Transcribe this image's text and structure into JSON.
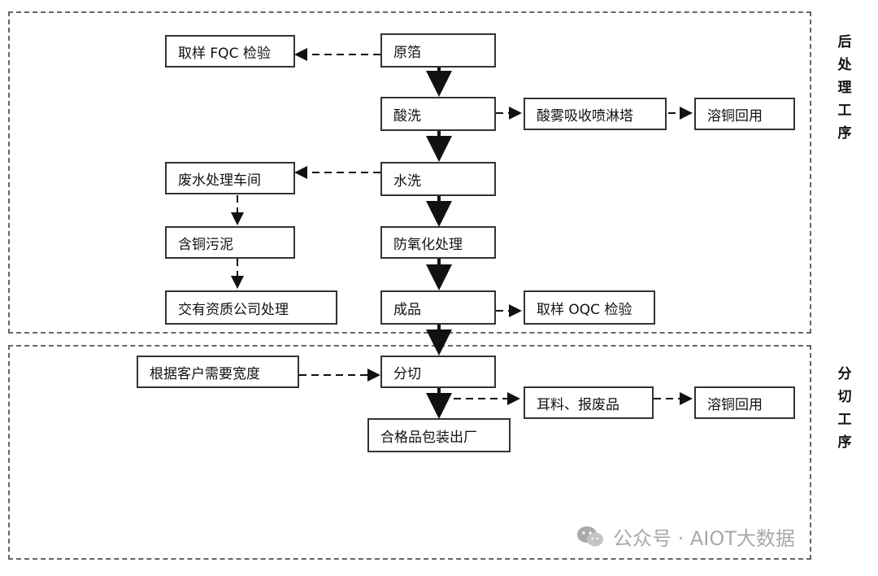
{
  "sections": {
    "post_processing_label": "后处理工序",
    "slitting_label": "分切工序"
  },
  "nodes": {
    "raw_foil": "原箔",
    "fqc": "取样 FQC 检验",
    "pickling": "酸洗",
    "acid_mist_tower": "酸雾吸收喷淋塔",
    "copper_reuse_1": "溶铜回用",
    "water_wash": "水洗",
    "wastewater_workshop": "废水处理车间",
    "copper_sludge": "含铜污泥",
    "qualified_company": "交有资质公司处理",
    "anti_oxidation": "防氧化处理",
    "finished_product": "成品",
    "oqc": "取样 OQC 检验",
    "customer_width": "根据客户需要宽度",
    "slitting": "分切",
    "scrap": "耳料、报废品",
    "copper_reuse_2": "溶铜回用",
    "package_ship": "合格品包装出厂"
  },
  "watermark": {
    "icon": "wechat-icon",
    "text": "公众号 · AIOT大数据"
  }
}
